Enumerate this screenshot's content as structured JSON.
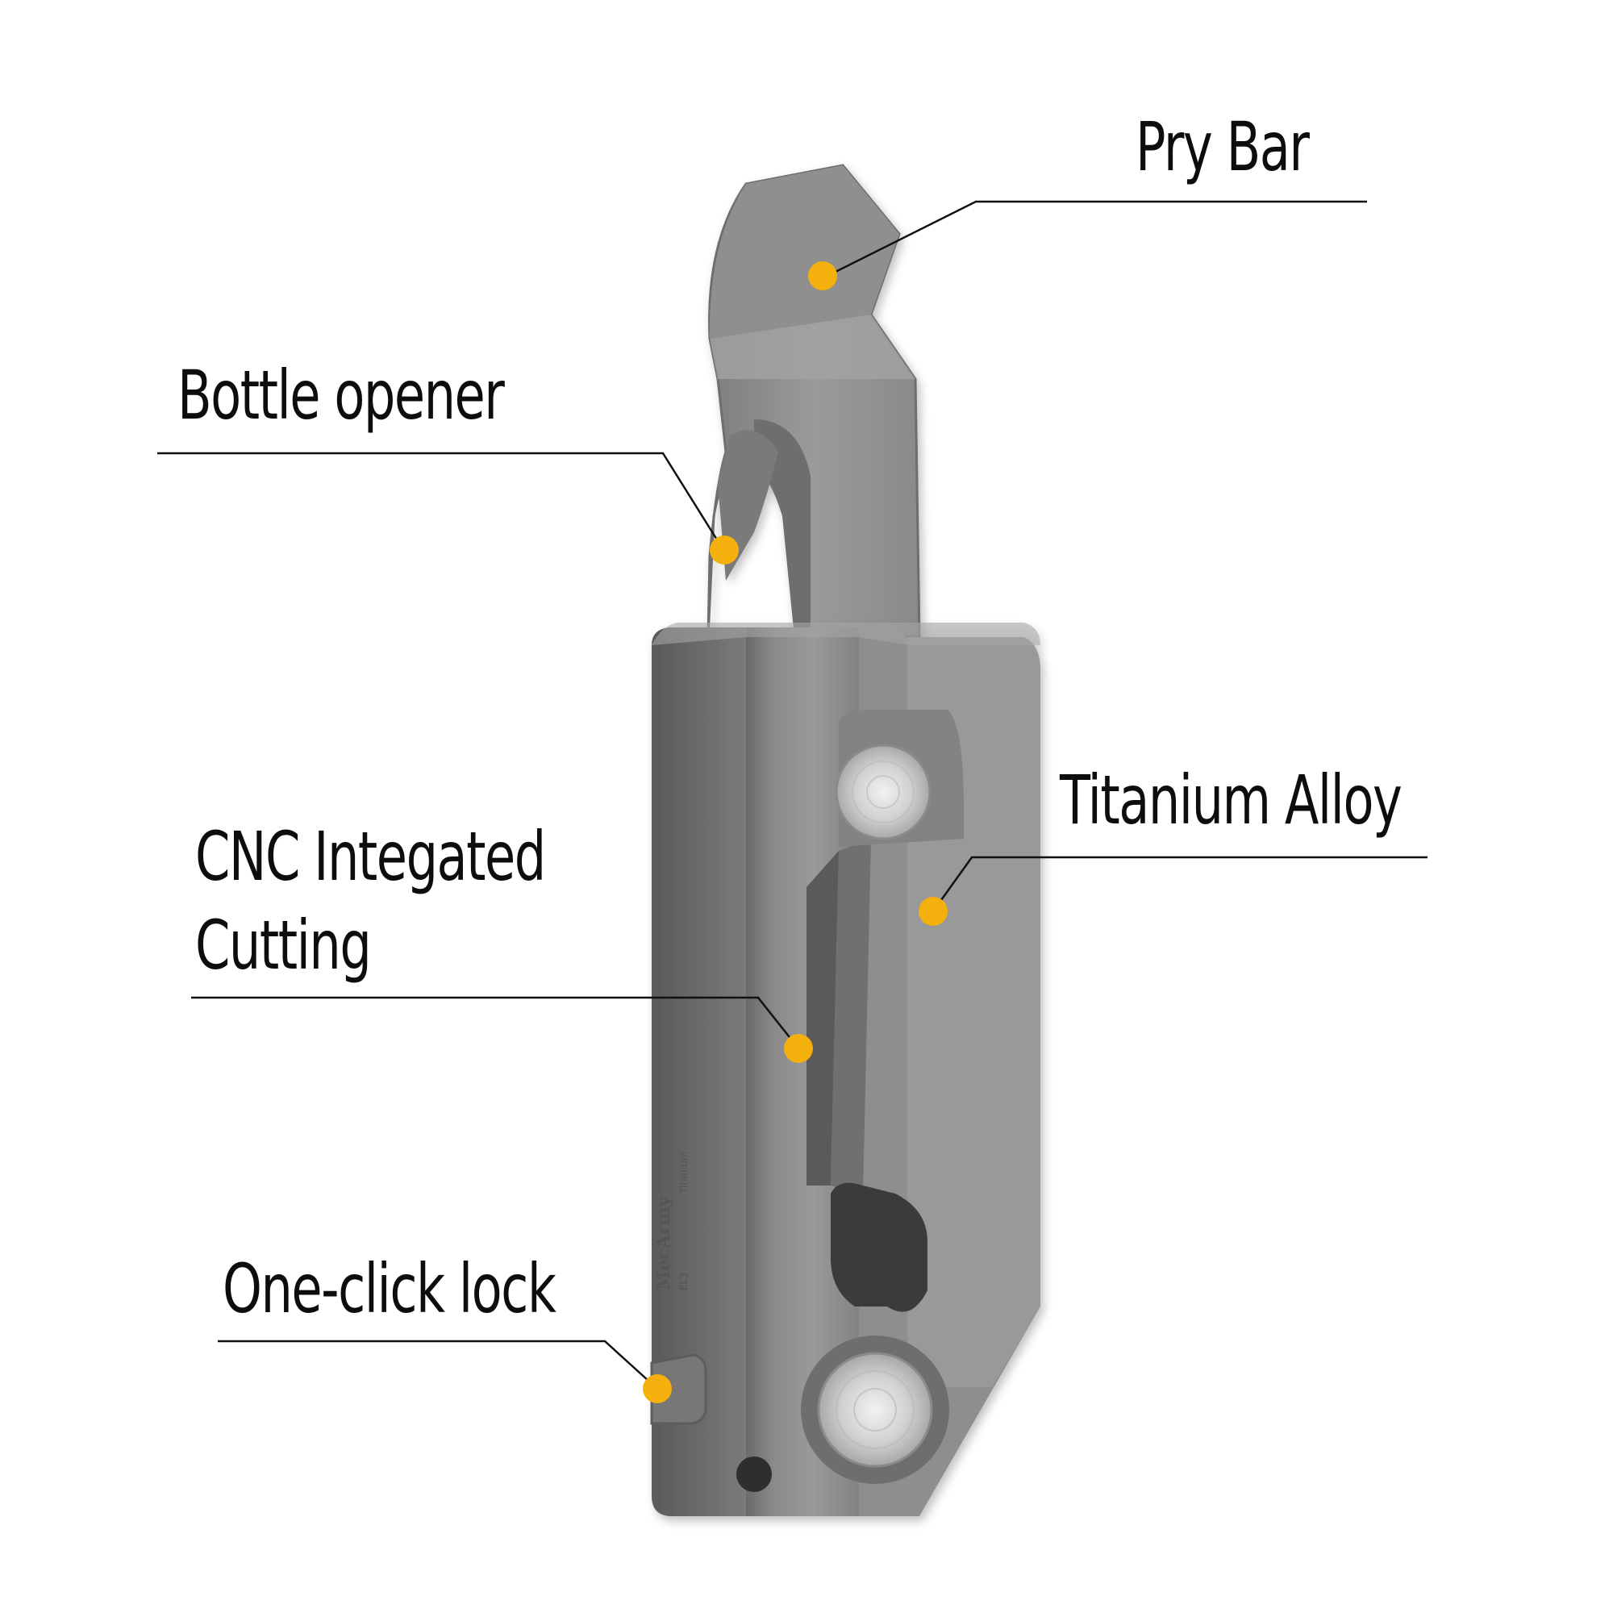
{
  "labels": {
    "pry_bar": "Pry Bar",
    "bottle_opener": "Bottle opener",
    "titanium_alloy": "Titanium Alloy",
    "cnc_line1": "CNC Integated",
    "cnc_line2": "Cutting",
    "one_click_lock": "One-click lock"
  },
  "engraving": {
    "brand": "MecArmy",
    "model": "EL3",
    "material": "Titanium"
  },
  "colors": {
    "marker": "#f4b00c",
    "leader_line": "#111111",
    "body": "#8c8c8c",
    "pin": "#d9d9d9"
  }
}
